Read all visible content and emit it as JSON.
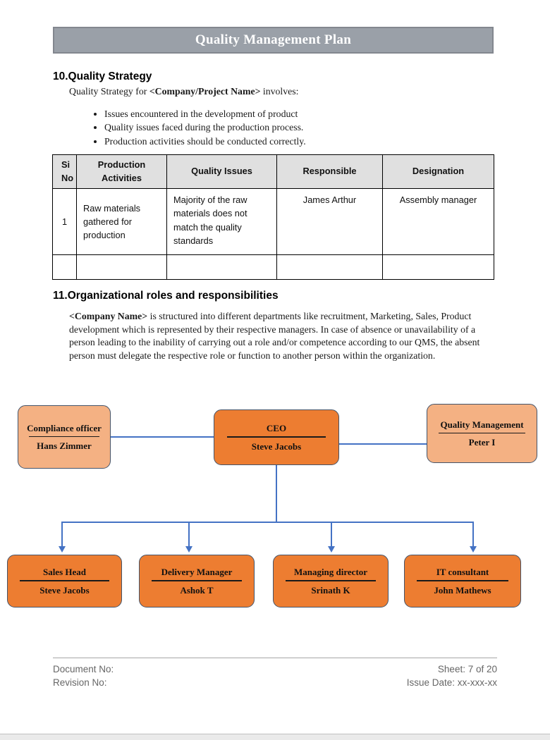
{
  "banner": {
    "title": "Quality Management Plan"
  },
  "section10": {
    "heading": "10.Quality Strategy",
    "intro_prefix": "Quality Strategy for ",
    "intro_bold": "<Company/Project Name>",
    "intro_suffix": " involves:",
    "bullets": [
      "Issues encountered in the development of product",
      "Quality issues faced during the production process.",
      "Production activities should be conducted correctly."
    ]
  },
  "table": {
    "headers": [
      "Si No",
      "Production Activities",
      "Quality Issues",
      "Responsible",
      "Designation"
    ],
    "rows": [
      [
        "1",
        "Raw materials gathered for production",
        "Majority of the raw materials does not match the quality standards",
        "James Arthur",
        "Assembly manager"
      ],
      [
        "",
        "",
        "",
        "",
        ""
      ]
    ]
  },
  "section11": {
    "heading": "11.Organizational roles and responsibilities",
    "body_bold": "<Company Name>",
    "body_rest": " is structured into different departments like recruitment, Marketing, Sales, Product development which is represented by their respective managers. In case of absence or unavailability of a person leading to the inability of carrying out a role and/or competence according to our QMS, the absent person must delegate the respective role or function to another person within the organization."
  },
  "org_chart": {
    "top": [
      {
        "title": "Compliance officer",
        "name": "Hans Zimmer"
      },
      {
        "title": "CEO",
        "name": "Steve Jacobs"
      },
      {
        "title": "Quality Management",
        "name": "Peter I"
      }
    ],
    "bottom": [
      {
        "title": "Sales Head",
        "name": "Steve Jacobs"
      },
      {
        "title": "Delivery Manager",
        "name": "Ashok T"
      },
      {
        "title": "Managing director",
        "name": "Srinath K"
      },
      {
        "title": "IT consultant",
        "name": "John Mathews"
      }
    ],
    "colors": {
      "box_dark_orange": "#ED7D31",
      "box_light_orange": "#F4B183",
      "box_border": "#44546A",
      "connector_blue": "#4472C4",
      "banner_gray": "#9AA0A8",
      "table_header_gray": "#E0E0E0"
    }
  },
  "footer": {
    "left": [
      "Document No:",
      "Revision No:"
    ],
    "right": [
      "Sheet: 7 of 20",
      "Issue Date: xx-xxx-xx"
    ]
  }
}
